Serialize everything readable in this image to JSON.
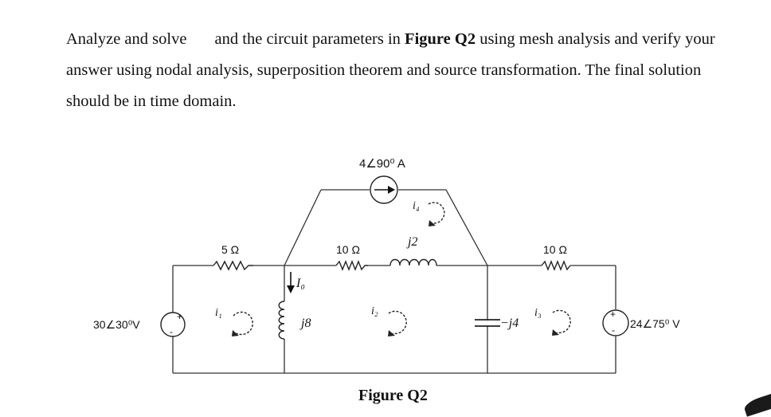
{
  "question": {
    "part1": "Analyze and solve",
    "part2": " and the circuit parameters in ",
    "figure_ref": "Figure Q2",
    "part3": " using mesh analysis and verify your answer using nodal analysis, superposition theorem and source transformation. The final solution should be in time domain."
  },
  "circuit": {
    "current_source": "4∠90⁰ A",
    "left_resistor": "5 Ω",
    "mid_resistor": "10 Ω",
    "inductor_top": "j2",
    "right_resistor": "10 Ω",
    "inductor_mid": "j8",
    "capacitor": "−j4",
    "left_source": "30∠30⁰V",
    "right_source": "24∠75⁰ V",
    "current_io": "I₀",
    "mesh_i1": "i₁",
    "mesh_i2": "i₂",
    "mesh_i3": "i₃",
    "mesh_i4": "i₄",
    "plus": "+",
    "minus": "-"
  },
  "figure_caption": "Figure Q2"
}
